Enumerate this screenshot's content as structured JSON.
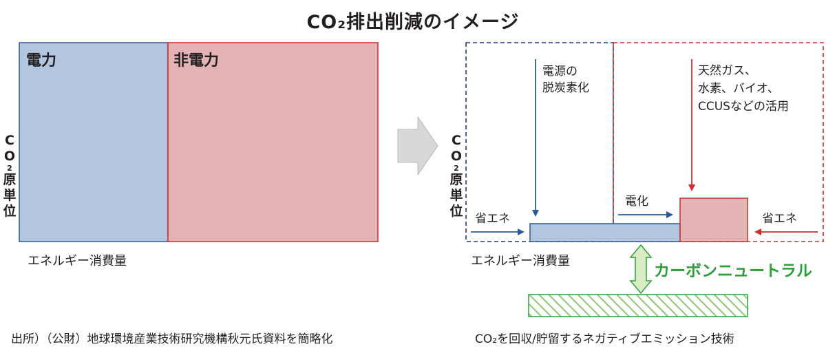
{
  "title": "CO₂排出削減のイメージ",
  "left": {
    "electric_label": "電力",
    "non_electric_label": "非電力",
    "y_axis": {
      "top": "C",
      "mid": "O",
      "sub": "2",
      "chars": [
        "原",
        "単",
        "位"
      ]
    },
    "x_axis_label": "エネルギー消費量"
  },
  "right": {
    "y_axis": {
      "top": "C",
      "mid": "O",
      "sub": "2",
      "chars": [
        "原",
        "単",
        "位"
      ]
    },
    "x_axis_label": "エネルギー消費量",
    "decarbonize_power": [
      "電源の",
      "脱炭素化"
    ],
    "other_measures": [
      "天然ガス、",
      "水素、バイオ、",
      "CCUSなどの活用"
    ],
    "energy_saving_left": "省エネ",
    "electrification": "電化",
    "energy_saving_right": "省エネ",
    "carbon_neutral": "カーボンニュートラル"
  },
  "footer": {
    "source": "出所）（公財）地球環境産業技術研究機構秋元氏資料を簡略化",
    "negative_emission": "CO₂を回収/貯留するネガティブエミッション技術"
  },
  "colors": {
    "blue_fill": "#b3c6e0",
    "blue_stroke": "#2a5a9a",
    "red_fill": "#e3b3b5",
    "red_stroke": "#d42a2a",
    "green": "#2e9e3a",
    "dash_blue": "#1f3e7a",
    "dash_red": "#d42a2a",
    "arrow_gray": "#d8d8d8"
  }
}
